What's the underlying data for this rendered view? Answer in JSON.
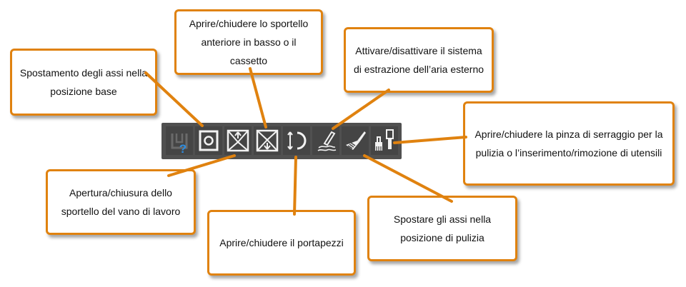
{
  "callouts": {
    "axes_home": [
      "Spostamento degli assi nella",
      "posizione base"
    ],
    "front_door": [
      "Aprire/chiudere lo sportello",
      "anteriore in basso o il cassetto"
    ],
    "air_extraction": [
      "Attivare/disattivare il sistema",
      "di estrazione dell’aria esterno"
    ],
    "collet": [
      "Aprire/chiudere la pinza di serraggio per la",
      "pulizia o l’inserimento/rimozione di utensili"
    ],
    "work_door": [
      "Apertura/chiusura dello",
      "sportello del vano di lavoro"
    ],
    "workpiece_holder": [
      "Aprire/chiudere il portapezzi"
    ],
    "cleaning_position": [
      "Spostare gli assi nella",
      "posizione di pulizia"
    ]
  },
  "toolbar": {
    "buttons": [
      {
        "icon": "machine-help-icon",
        "badge": "?"
      },
      {
        "icon": "work-door-icon"
      },
      {
        "icon": "front-door-open-icon"
      },
      {
        "icon": "front-door-close-icon"
      },
      {
        "icon": "workpiece-holder-icon"
      },
      {
        "icon": "air-extraction-icon"
      },
      {
        "icon": "cleaning-brush-icon"
      },
      {
        "icon": "collet-brush-icon"
      }
    ]
  },
  "colors": {
    "accent": "#e0820f",
    "toolbar_bg": "#505050",
    "icon_fg": "#f2f2f2",
    "help_badge": "#2e8de0"
  }
}
